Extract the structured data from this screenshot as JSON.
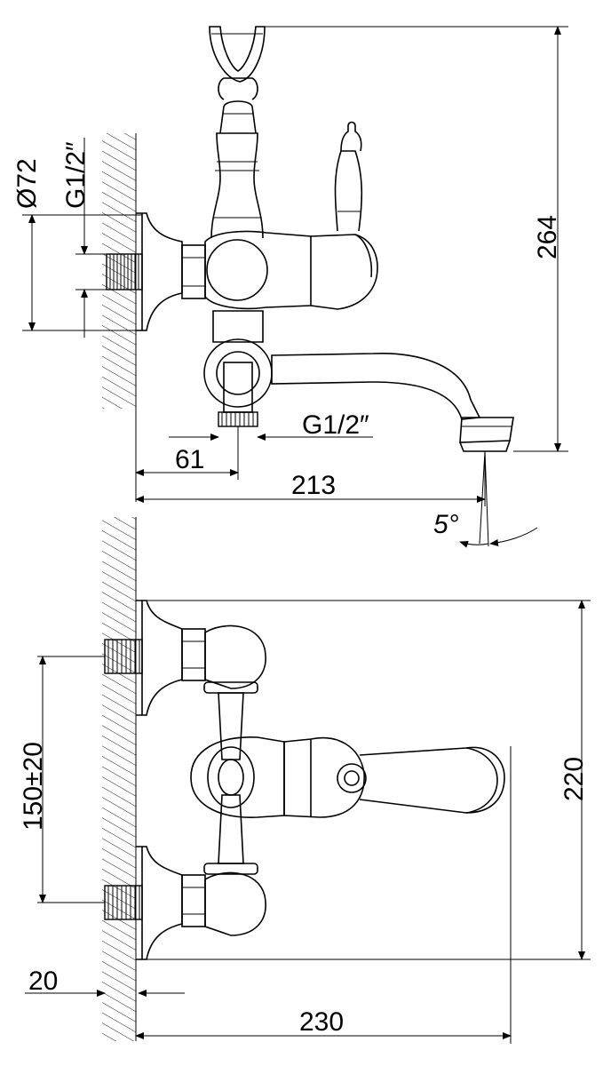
{
  "labels": {
    "d72": "Ø72",
    "g12_left": "G1/2″",
    "d264": "264",
    "g12_right": "G1/2″",
    "d61": "61",
    "d213": "213",
    "a5": "5°",
    "d150": "150±20",
    "d220": "220",
    "d20": "20",
    "d230": "230"
  }
}
